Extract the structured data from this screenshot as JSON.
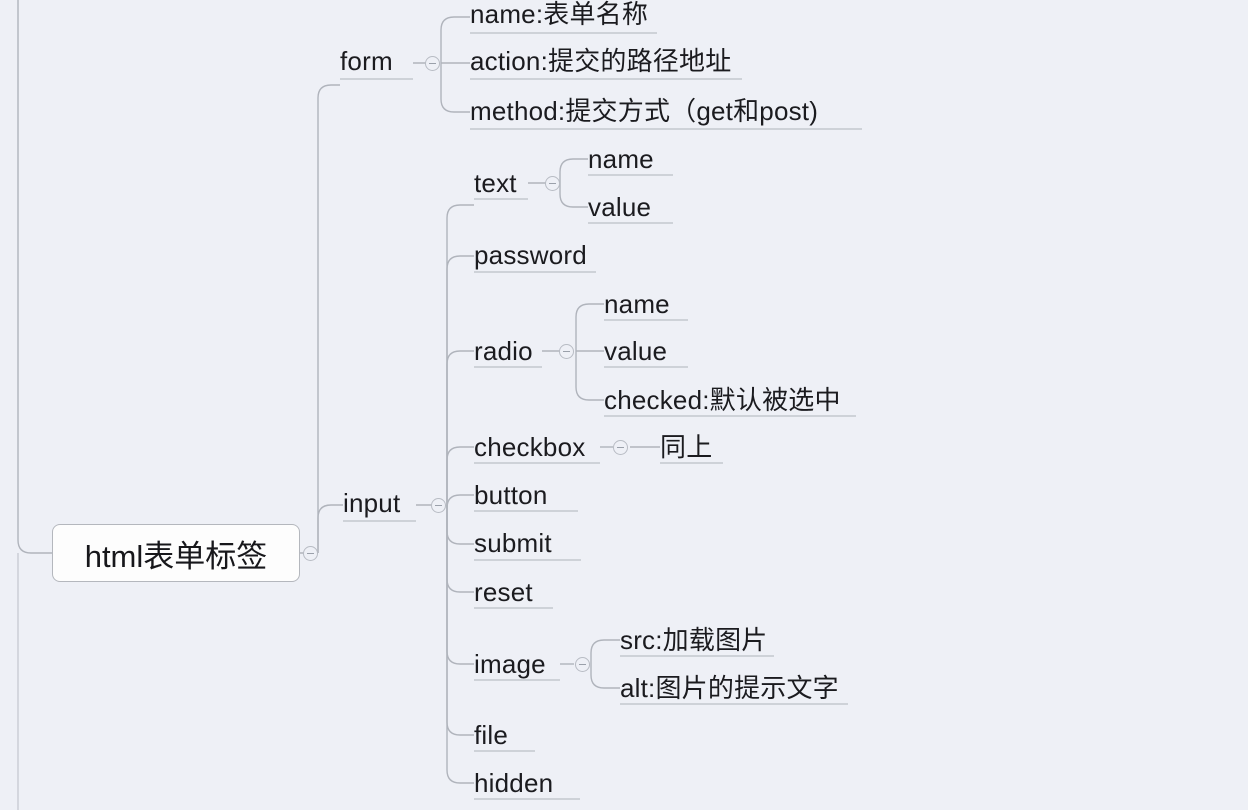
{
  "app": {
    "type": "mind-map",
    "background_color": "#eef0f6",
    "line_color": "#b0b4bc",
    "text_color": "#1b1b1f",
    "root_fill": "#fdfdfd",
    "root_border": "#b4b7bd"
  },
  "root": {
    "label": "html表单标签",
    "toggle": "collapse-toggle-minus"
  },
  "branches": [
    {
      "label": "form",
      "toggle": "collapse-toggle-minus",
      "children": [
        {
          "label": "name:表单名称"
        },
        {
          "label": "action:提交的路径地址"
        },
        {
          "label": "method:提交方式（get和post)"
        }
      ]
    },
    {
      "label": "input",
      "toggle": "collapse-toggle-minus",
      "children": [
        {
          "label": "text",
          "toggle": "collapse-toggle-minus",
          "children": [
            {
              "label": "name"
            },
            {
              "label": "value"
            }
          ]
        },
        {
          "label": "password"
        },
        {
          "label": "radio",
          "toggle": "collapse-toggle-minus",
          "children": [
            {
              "label": "name"
            },
            {
              "label": "value"
            },
            {
              "label": "checked:默认被选中"
            }
          ]
        },
        {
          "label": "checkbox",
          "toggle": "collapse-toggle-minus",
          "children": [
            {
              "label": "同上"
            }
          ]
        },
        {
          "label": "button"
        },
        {
          "label": "submit"
        },
        {
          "label": "reset"
        },
        {
          "label": "image",
          "toggle": "collapse-toggle-minus",
          "children": [
            {
              "label": "src:加载图片"
            },
            {
              "label": "alt:图片的提示文字"
            }
          ]
        },
        {
          "label": "file"
        },
        {
          "label": "hidden"
        }
      ]
    }
  ]
}
